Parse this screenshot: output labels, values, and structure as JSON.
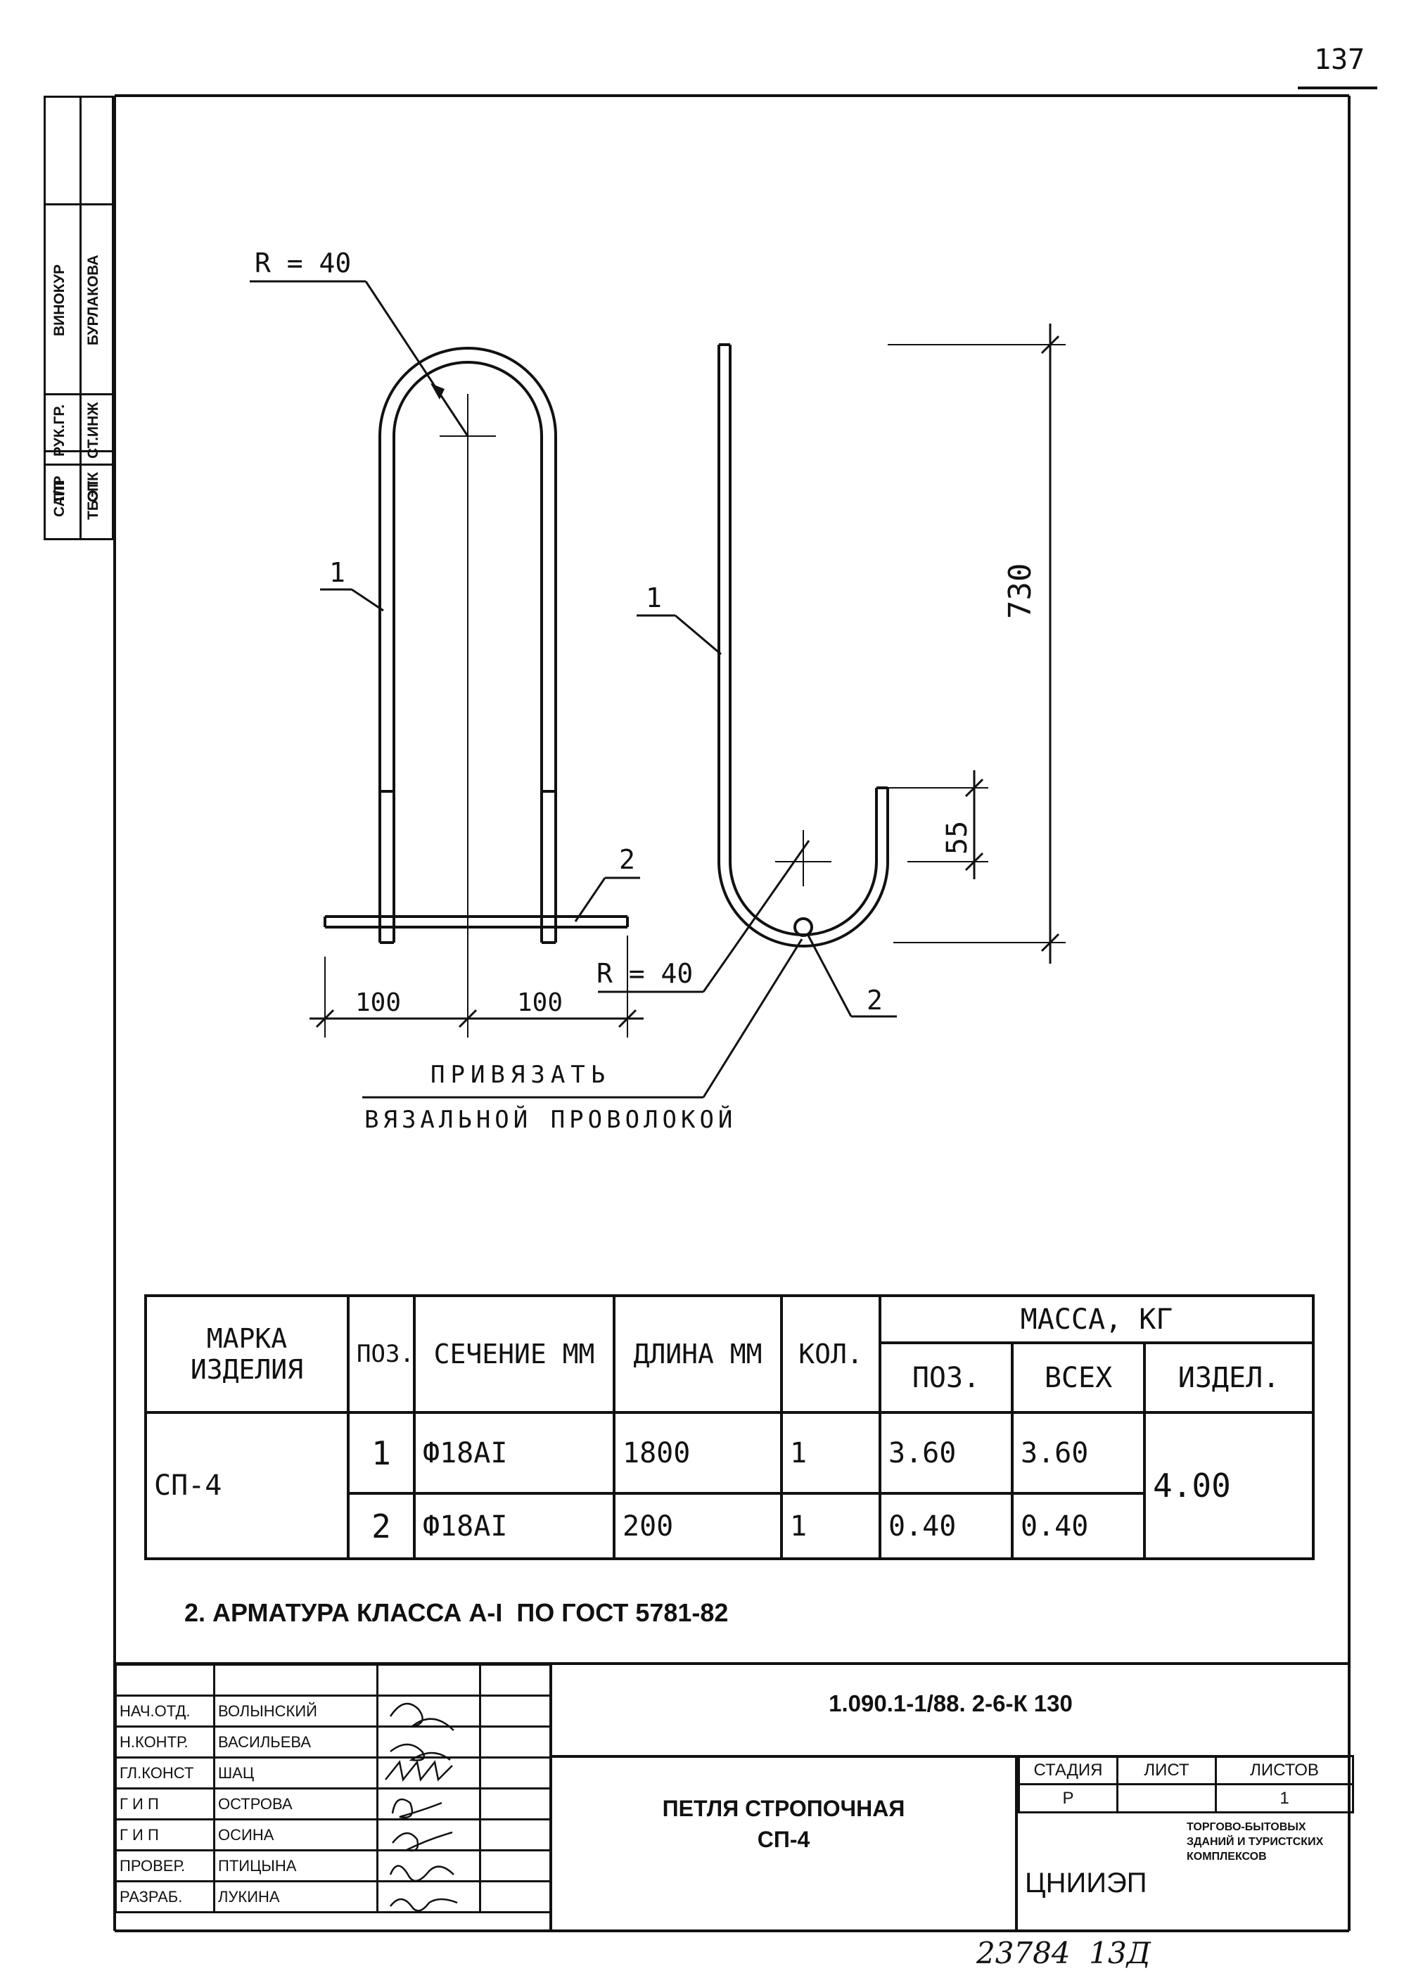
{
  "page_number": "137",
  "side_stamp": {
    "row1": [
      "САПР",
      "Т/П",
      "РУК.ГР.",
      "ВИНОКУР"
    ],
    "row2": [
      "ТБЭТК",
      "СП",
      "СТ.ИНЖ",
      "БУРЛАКОВА"
    ]
  },
  "drawing": {
    "front_radius_label": "R = 40",
    "front_pos1_label": "1",
    "front_pos2_label": "2",
    "dim_left": "100",
    "dim_right": "100",
    "side_pos1_label": "1",
    "side_pos2_label": "2",
    "side_radius_label": "R = 40",
    "dim_height": "730",
    "dim_hook": "55",
    "note_line1": "ПРИВЯЗАТЬ",
    "note_line2": "ВЯЗАЛЬНОЙ ПРОВОЛОКОЙ"
  },
  "spec_table": {
    "headers": {
      "mark": "МАРКА ИЗДЕЛИЯ",
      "pos": "ПОЗ.",
      "section": "СЕЧЕНИЕ ММ",
      "length": "ДЛИНА ММ",
      "qty": "КОЛ.",
      "mass": "МАССА, КГ",
      "mass_pos": "ПОЗ.",
      "mass_all": "ВСЕХ",
      "mass_item": "ИЗДЕЛ."
    },
    "mark": "СП-4",
    "item_mass": "4.00",
    "rows": [
      {
        "pos": "1",
        "section": "Ф18АI",
        "length": "1800",
        "qty": "1",
        "mass_pos": "3.60",
        "mass_all": "3.60"
      },
      {
        "pos": "2",
        "section": "Ф18АI",
        "length": "200",
        "qty": "1",
        "mass_pos": "0.40",
        "mass_all": "0.40"
      }
    ]
  },
  "note": "2. АРМАТУРА КЛАССА А-I  ПО ГОСТ 5781-82",
  "title_block": {
    "doc_code": "1.090.1-1/88. 2-6-К 130",
    "title_line1": "ПЕТЛЯ СТРОПОЧНАЯ",
    "title_line2": "СП-4",
    "stage_header": "СТАДИЯ",
    "sheet_header": "ЛИСТ",
    "sheets_header": "ЛИСТОВ",
    "stage": "Р",
    "sheet": "",
    "sheets": "1",
    "org": "ЦНИИЭП",
    "org_sub": "ТОРГОВО-БЫТОВЫХ ЗДАНИЙ И ТУРИСТСКИХ КОМПЛЕКСОВ",
    "people": [
      {
        "role": "НАЧ.ОТД.",
        "name": "ВОЛЫНСКИЙ"
      },
      {
        "role": "Н.КОНТР.",
        "name": "ВАСИЛЬЕВА"
      },
      {
        "role": "ГЛ.КОНСТ",
        "name": "ШАЦ"
      },
      {
        "role": "Г И П",
        "name": "ОСТРОВА"
      },
      {
        "role": "Г И П",
        "name": "ОСИНА"
      },
      {
        "role": "ПРОВЕР.",
        "name": "ПТИЦЫНА"
      },
      {
        "role": "РАЗРАБ.",
        "name": "ЛУКИНА"
      }
    ]
  },
  "footer_handwritten": "23784  13Д"
}
